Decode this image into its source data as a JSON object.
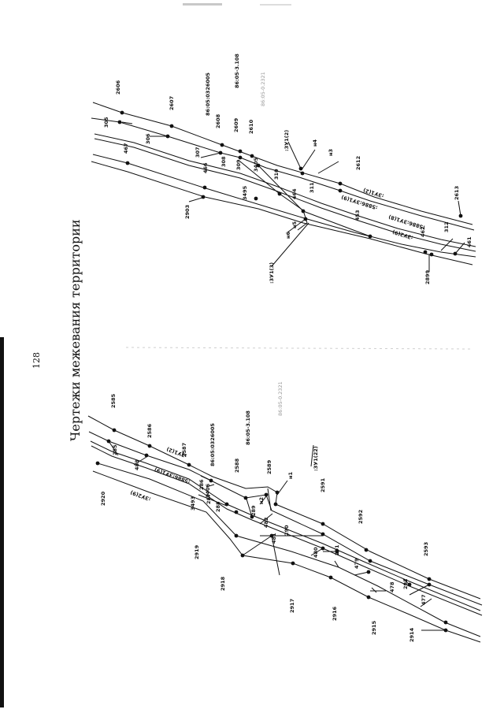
{
  "page_title": "Чертежи межевания территории",
  "page_number": "128",
  "colors": {
    "ink": "#111111",
    "paper": "#ffffff",
    "faint": "#9a9a9a"
  },
  "top_drawing": {
    "block_codes": [
      "86:05:0326005",
      "86:05-3.108"
    ],
    "faint_stamp": "86:05-0.2321",
    "points": [
      "2606",
      "2607",
      "305",
      "306",
      "2608",
      "2609",
      "2610",
      "467",
      "307",
      "308",
      "309",
      "3405",
      "466",
      "310",
      "н4",
      "н3",
      "2612",
      "311",
      "464",
      "3495",
      "2903",
      "н5",
      "н6",
      "453",
      "462",
      "2613",
      "312",
      "461",
      "2899"
    ],
    "plot_labels": [
      ":ЗУ1(2)",
      ":3У1(3)",
      ":ЗУ1(2)",
      ":5886:ЗУ1(9)",
      ":5886:ЗУ1(8)",
      ":ЗУ2(9)"
    ]
  },
  "bottom_drawing": {
    "block_codes": [
      "86:05:0326005",
      "86:05-3.108"
    ],
    "faint_stamp": "86:05-0.2321",
    "points": [
      "2585",
      "285",
      "2586",
      "483",
      "2587",
      "2920",
      "286",
      "3406",
      "287",
      "288",
      "3493",
      "2588",
      "2589",
      "н1",
      "н2",
      "289",
      "482",
      "2591",
      "290",
      "481",
      "2919",
      "480",
      "291",
      "2592",
      "479",
      "2918",
      "2917",
      "478",
      "292",
      "2593",
      "2916",
      "477",
      "2915",
      "2914"
    ],
    "plot_labels": [
      ":ЗУ1(2)",
      ":5886:ЗУ1(9)",
      ":ЗУ2(9)",
      ":ЗУ1(22)"
    ]
  }
}
